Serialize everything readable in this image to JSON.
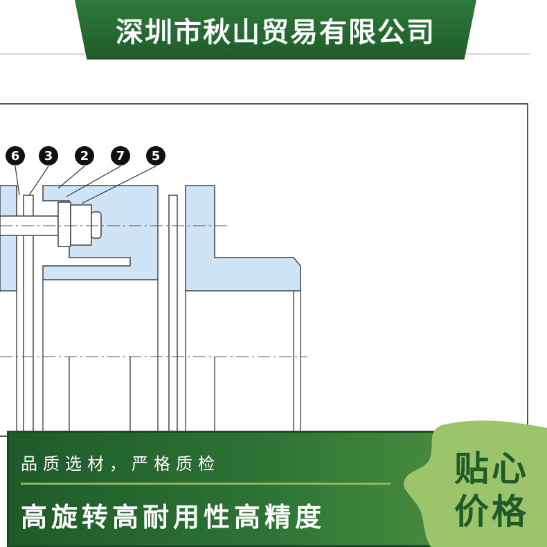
{
  "header": {
    "company_name": "深圳市秋山贸易有限公司"
  },
  "diagram": {
    "part_numbers": [
      "6",
      "3",
      "2",
      "7",
      "5"
    ]
  },
  "footer": {
    "tagline_small": "品质选材，严格质检",
    "tagline_big": "高旋转高耐用性高精度",
    "badge_line1": "贴心",
    "badge_line2": "价格"
  },
  "colors": {
    "brand_green": "#1f5a29",
    "part_fill": "#cfe4f6",
    "badge_green": "#9cc46b"
  }
}
